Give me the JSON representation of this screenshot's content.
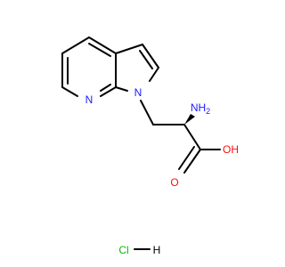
{
  "structure": {
    "atoms": {
      "n_pyridine": "N",
      "n_pyrrole": "N",
      "amine": "NH",
      "amine_sub": "2",
      "oxygen_carbonyl": "O",
      "hydroxyl": "OH",
      "salt": "HCl",
      "salt_cl": "Cl",
      "salt_h": "H"
    },
    "colors": {
      "bond": "#000000",
      "nitrogen": "#1a1aff",
      "oxygen": "#ff0d0d",
      "chlorine": "#00c000",
      "hydrogen": "#000000"
    }
  }
}
